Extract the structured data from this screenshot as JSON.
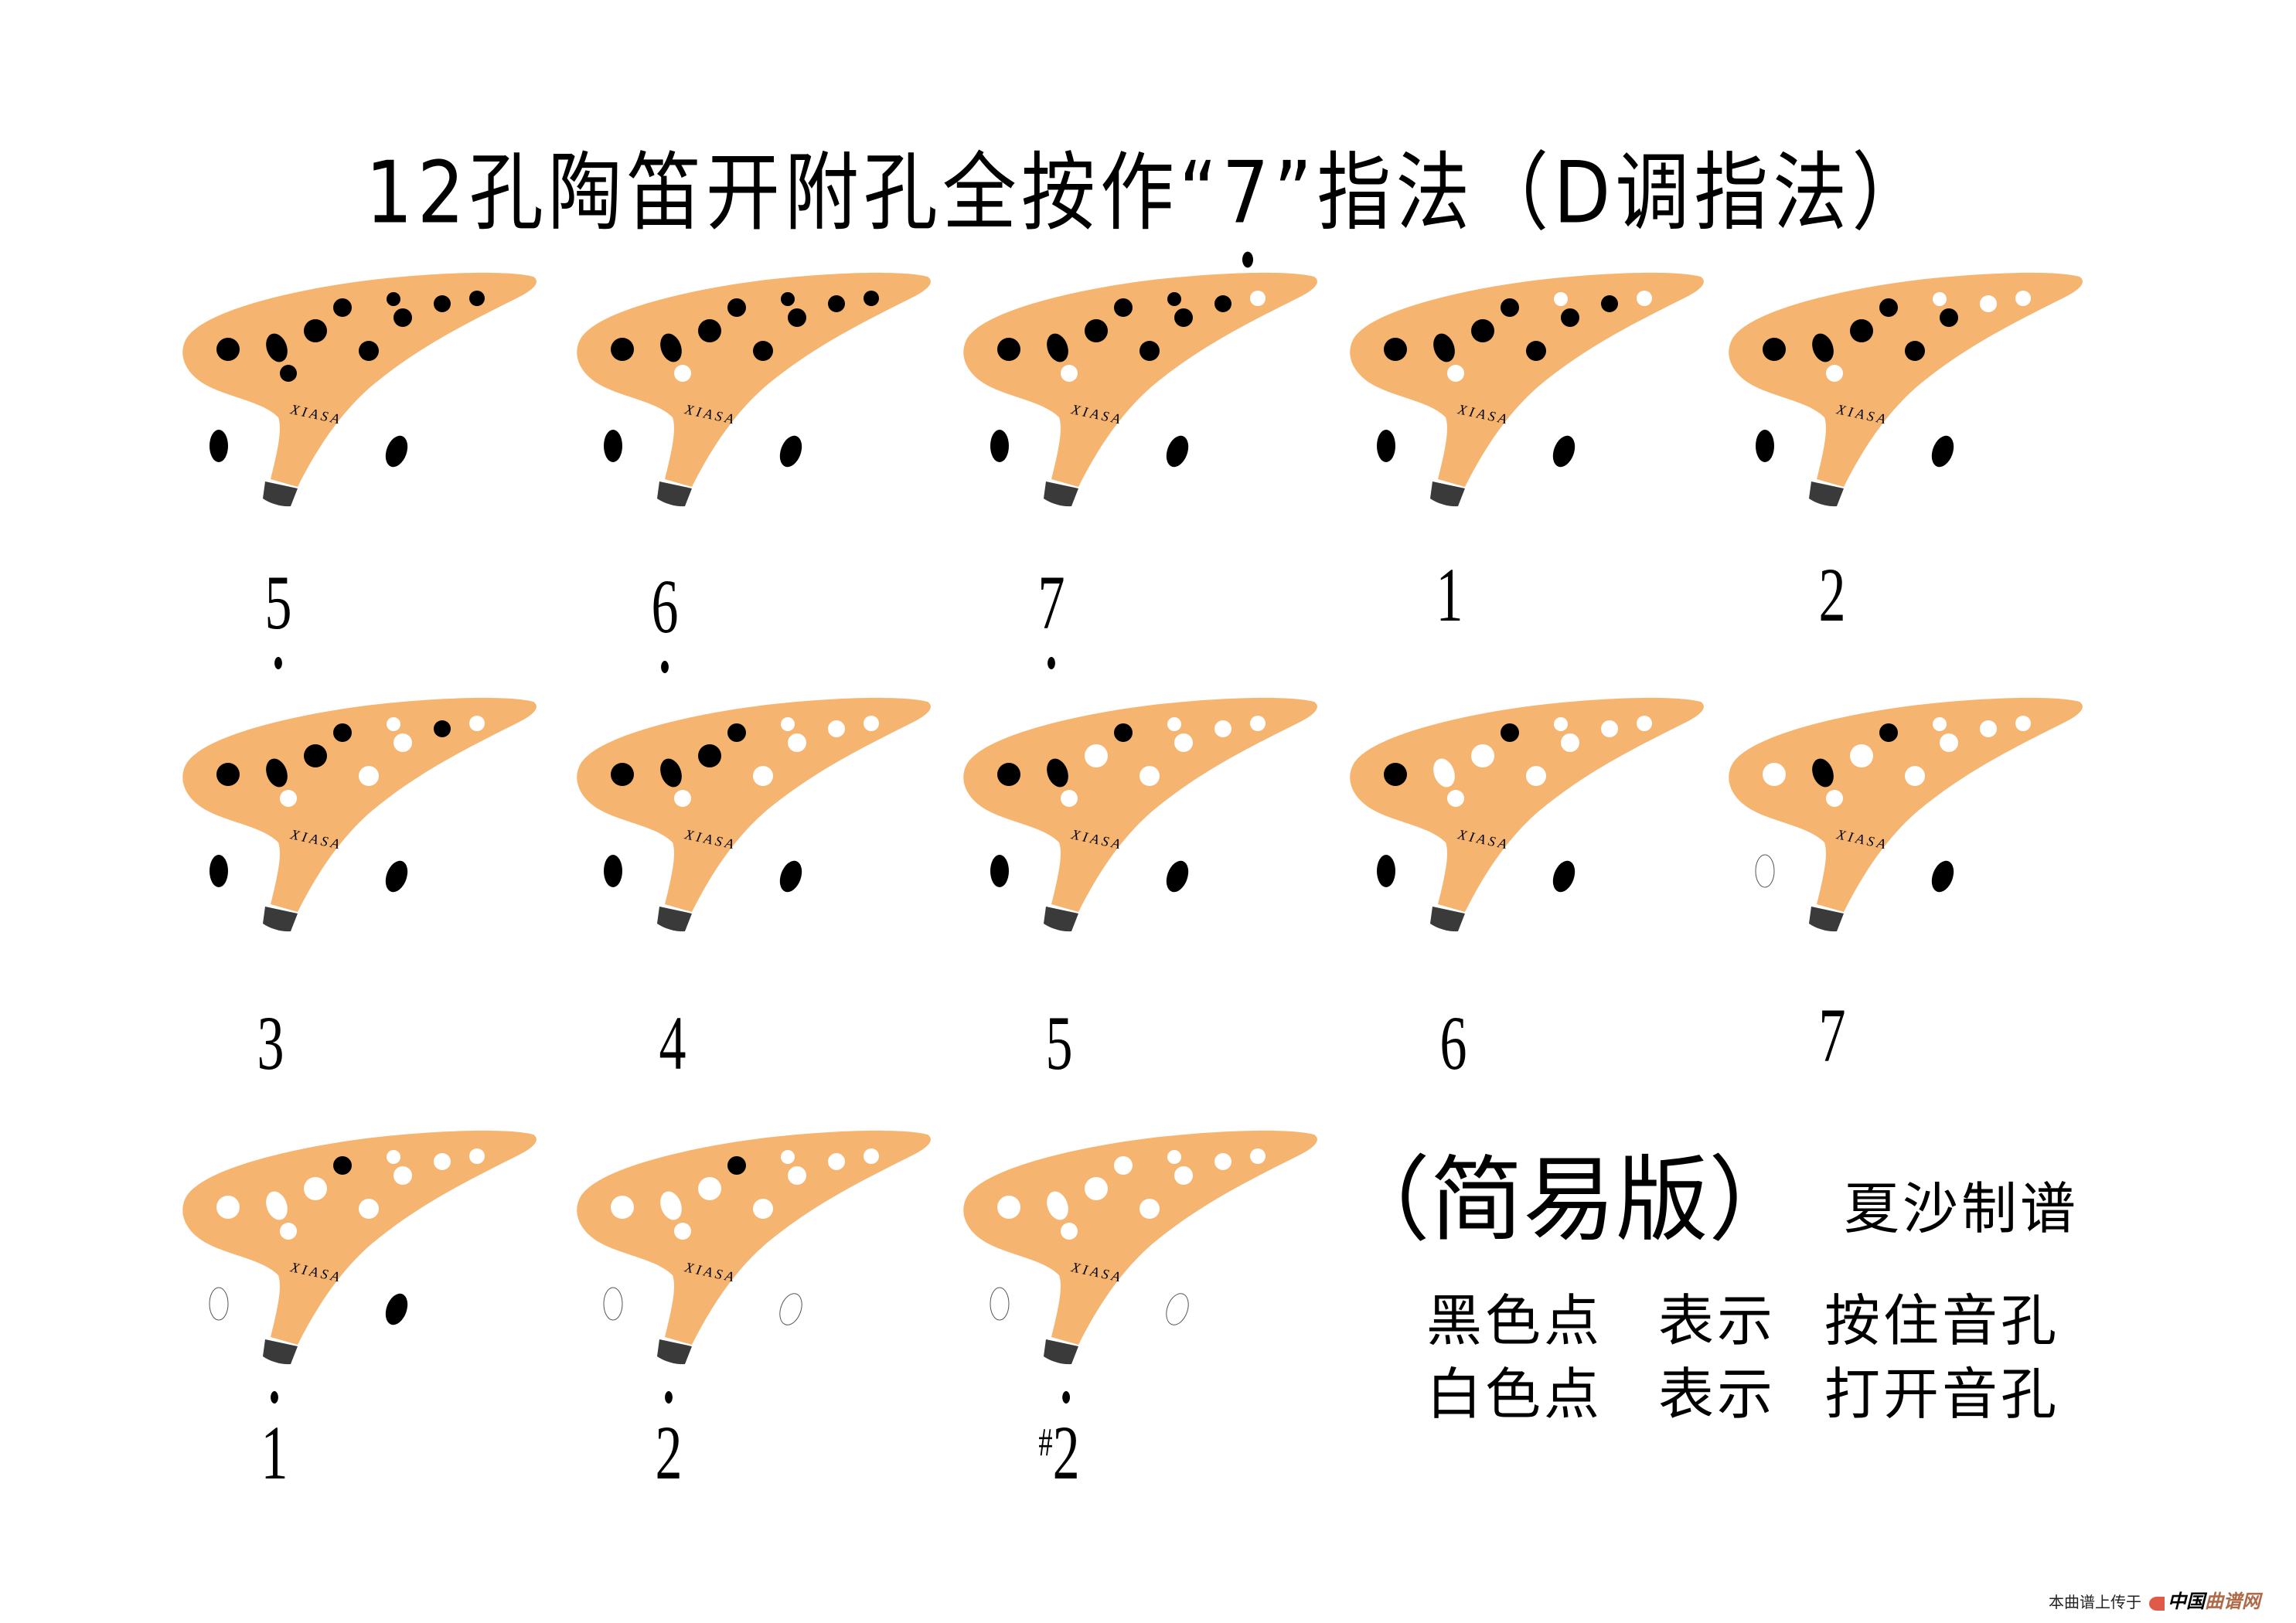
{
  "title": {
    "prefix": "12孔陶笛开附孔全按作“",
    "note": "7",
    "note_octave": "low",
    "suffix": "”指法（D调指法）"
  },
  "colors": {
    "body": "#f5b571",
    "mouthpiece": "#3a3a3a",
    "closed_hole": "#000000",
    "open_hole": "#ffffff",
    "open_thumb_stroke": "#555555"
  },
  "brand_text": "XIASA",
  "hole_order": [
    "L1",
    "L2",
    "L3",
    "L4",
    "L5",
    "L6",
    "R1",
    "R2",
    "R3",
    "R4",
    "TL",
    "TR"
  ],
  "fingerings": [
    {
      "note": "5",
      "octave": "low",
      "sharp": false,
      "holes": {
        "L1": 1,
        "L2": 1,
        "L3": 1,
        "L4": 1,
        "L5": 1,
        "L6": 1,
        "R1": 1,
        "R2": 1,
        "R3": 1,
        "R4": 1,
        "TL": 1,
        "TR": 1
      }
    },
    {
      "note": "6",
      "octave": "low",
      "sharp": false,
      "holes": {
        "L1": 1,
        "L2": 1,
        "L3": 0,
        "L4": 1,
        "L5": 1,
        "L6": 1,
        "R1": 1,
        "R2": 1,
        "R3": 1,
        "R4": 1,
        "TL": 1,
        "TR": 1
      }
    },
    {
      "note": "7",
      "octave": "low",
      "sharp": false,
      "holes": {
        "L1": 1,
        "L2": 1,
        "L3": 0,
        "L4": 1,
        "L5": 1,
        "L6": 1,
        "R1": 1,
        "R2": 1,
        "R3": 1,
        "R4": 0,
        "TL": 1,
        "TR": 1
      }
    },
    {
      "note": "1",
      "octave": "mid",
      "sharp": false,
      "holes": {
        "L1": 1,
        "L2": 1,
        "L3": 0,
        "L4": 1,
        "L5": 1,
        "L6": 1,
        "R1": 0,
        "R2": 1,
        "R3": 1,
        "R4": 0,
        "TL": 1,
        "TR": 1
      }
    },
    {
      "note": "2",
      "octave": "mid",
      "sharp": false,
      "holes": {
        "L1": 1,
        "L2": 1,
        "L3": 0,
        "L4": 1,
        "L5": 1,
        "L6": 1,
        "R1": 0,
        "R2": 1,
        "R3": 0,
        "R4": 0,
        "TL": 1,
        "TR": 1
      }
    },
    {
      "note": "3",
      "octave": "mid",
      "sharp": false,
      "holes": {
        "L1": 1,
        "L2": 1,
        "L3": 0,
        "L4": 1,
        "L5": 1,
        "L6": 0,
        "R1": 0,
        "R2": 0,
        "R3": 1,
        "R4": 0,
        "TL": 1,
        "TR": 1
      }
    },
    {
      "note": "4",
      "octave": "mid",
      "sharp": false,
      "holes": {
        "L1": 1,
        "L2": 1,
        "L3": 0,
        "L4": 1,
        "L5": 1,
        "L6": 0,
        "R1": 0,
        "R2": 0,
        "R3": 0,
        "R4": 0,
        "TL": 1,
        "TR": 1
      }
    },
    {
      "note": "5",
      "octave": "mid",
      "sharp": false,
      "holes": {
        "L1": 1,
        "L2": 1,
        "L3": 0,
        "L4": 0,
        "L5": 1,
        "L6": 0,
        "R1": 0,
        "R2": 0,
        "R3": 0,
        "R4": 0,
        "TL": 1,
        "TR": 1
      }
    },
    {
      "note": "6",
      "octave": "mid",
      "sharp": false,
      "holes": {
        "L1": 1,
        "L2": 0,
        "L3": 0,
        "L4": 0,
        "L5": 1,
        "L6": 0,
        "R1": 0,
        "R2": 0,
        "R3": 0,
        "R4": 0,
        "TL": 1,
        "TR": 1
      }
    },
    {
      "note": "7",
      "octave": "mid",
      "sharp": false,
      "holes": {
        "L1": 0,
        "L2": 1,
        "L3": 0,
        "L4": 0,
        "L5": 1,
        "L6": 0,
        "R1": 0,
        "R2": 0,
        "R3": 0,
        "R4": 0,
        "TL": 0,
        "TR": 1
      }
    },
    {
      "note": "1",
      "octave": "high",
      "sharp": false,
      "holes": {
        "L1": 0,
        "L2": 0,
        "L3": 0,
        "L4": 0,
        "L5": 1,
        "L6": 0,
        "R1": 0,
        "R2": 0,
        "R3": 0,
        "R4": 0,
        "TL": 0,
        "TR": 1
      }
    },
    {
      "note": "2",
      "octave": "high",
      "sharp": false,
      "holes": {
        "L1": 0,
        "L2": 0,
        "L3": 0,
        "L4": 0,
        "L5": 1,
        "L6": 0,
        "R1": 0,
        "R2": 0,
        "R3": 0,
        "R4": 0,
        "TL": 0,
        "TR": 0
      }
    },
    {
      "note": "2",
      "octave": "high",
      "sharp": true,
      "holes": {
        "L1": 0,
        "L2": 0,
        "L3": 0,
        "L4": 0,
        "L5": 0,
        "L6": 0,
        "R1": 0,
        "R2": 0,
        "R3": 0,
        "R4": 0,
        "TL": 0,
        "TR": 0
      }
    }
  ],
  "simple_version": "（简易版）",
  "author": "夏沙制谱",
  "legend": [
    {
      "dot": "黑色点",
      "verb": "表示",
      "meaning": "按住音孔"
    },
    {
      "dot": "白色点",
      "verb": "表示",
      "meaning": "打开音孔"
    }
  ],
  "footer": {
    "uploaded": "本曲谱上传于",
    "brand_part1": "中国",
    "brand_part2": "曲谱网"
  }
}
